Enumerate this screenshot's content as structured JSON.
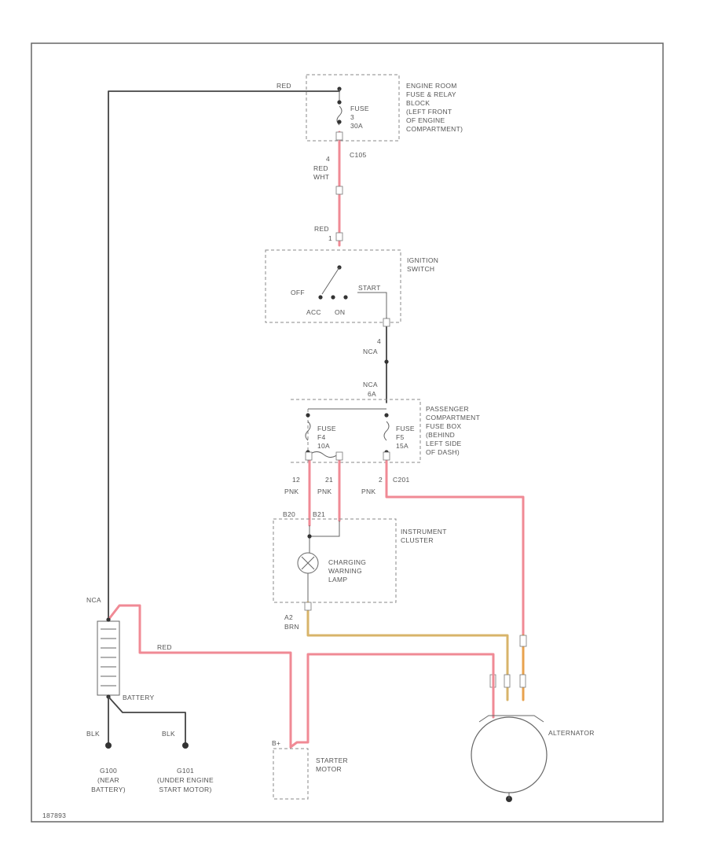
{
  "colors": {
    "red_wire": "#f08a95",
    "yellow_wire": "#d8b46a",
    "orange_wire": "#e8a24e",
    "dark_wire": "#444444",
    "frame": "#666666"
  },
  "components": {
    "engine_fuse_block": {
      "name_lines": [
        "ENGINE ROOM",
        "FUSE & RELAY",
        "BLOCK",
        "(LEFT FRONT",
        "OF ENGINE",
        "COMPARTMENT)"
      ],
      "fuse_lines": [
        "FUSE",
        "3",
        "30A"
      ],
      "connector": "C105"
    },
    "ignition_switch": {
      "name_lines": [
        "IGNITION",
        "SWITCH"
      ],
      "pos_off": "OFF",
      "pos_acc": "ACC",
      "pos_on": "ON",
      "pos_start": "START"
    },
    "passenger_fuse_box": {
      "name_lines": [
        "PASSENGER",
        "COMPARTMENT",
        "FUSE BOX",
        "(BEHIND",
        "LEFT SIDE",
        "OF DASH)"
      ],
      "fuse_left_lines": [
        "FUSE",
        "F4",
        "10A"
      ],
      "fuse_right_lines": [
        "FUSE",
        "F5",
        "15A"
      ],
      "connector": "C201"
    },
    "instrument_cluster": {
      "name_lines": [
        "INSTRUMENT",
        "CLUSTER"
      ],
      "lamp_lines": [
        "CHARGING",
        "WARNING",
        "LAMP"
      ],
      "connector_left": "B20",
      "connector_right": "B21"
    },
    "battery": {
      "name": "BATTERY"
    },
    "starter_motor": {
      "name_lines": [
        "STARTER",
        "MOTOR"
      ]
    },
    "alternator": {
      "name": "ALTERNATOR"
    },
    "ground_rear": {
      "name_lines": [
        "G100",
        "(NEAR",
        "BATTERY)"
      ]
    },
    "ground_engine": {
      "name_lines": [
        "G101",
        "(UNDER ENGINE",
        "START MOTOR)"
      ]
    }
  },
  "wires": {
    "top_red": "RED",
    "fuse_out_pin": "4",
    "fuse_out_color": "RED",
    "fuse_out_color2": "WHT",
    "ign_in": "RED",
    "ign_in_pin": "1",
    "ign_out_pin": "4",
    "ign_out_color": "NCA",
    "pfb_in_color": "NCA",
    "pfb_in_pin": "6A",
    "pfb_pin_left": "12",
    "pfb_pin_mid": "21",
    "pfb_pin_right": "2",
    "pink1": "PNK",
    "pink2": "PNK",
    "pink3": "PNK",
    "cluster_out_pin": "A2",
    "cluster_out_color": "BRN",
    "battery_pos": "NCA",
    "battery_red": "RED",
    "ground_left": "BLK",
    "ground_right": "BLK",
    "starter_pin": "B+"
  },
  "footer_code": "187893"
}
